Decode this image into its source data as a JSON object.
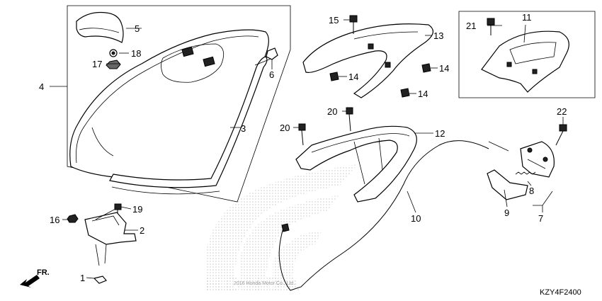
{
  "diagram_code": "KZY4F2400",
  "direction_label": "FR.",
  "watermark_brand": "HONDA",
  "watermark_text": "2016 Honda Motor Co., Ltd.",
  "callouts": {
    "c1": "1",
    "c2": "2",
    "c3": "3",
    "c4": "4",
    "c5": "5",
    "c6": "6",
    "c7": "7",
    "c8": "8",
    "c9": "9",
    "c10": "10",
    "c11": "11",
    "c12": "12",
    "c13": "13",
    "c14a": "14",
    "c14b": "14",
    "c14c": "14",
    "c15": "15",
    "c16": "16",
    "c17": "17",
    "c18": "18",
    "c19": "19",
    "c20a": "20",
    "c20b": "20",
    "c21": "21",
    "c22": "22"
  }
}
